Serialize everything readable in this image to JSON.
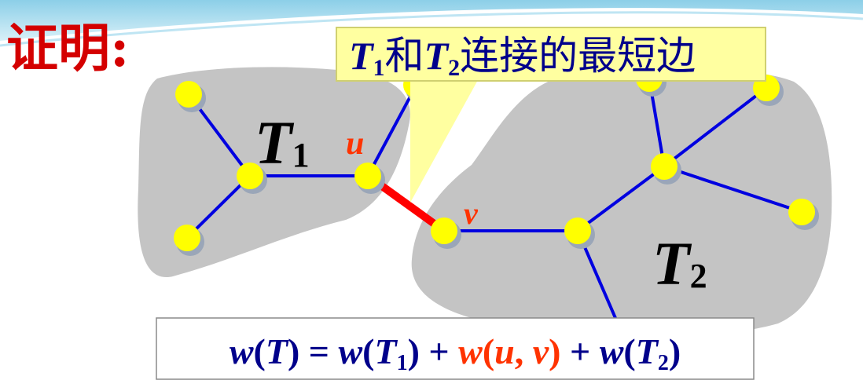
{
  "title": "证明:",
  "callout": {
    "t1_var": "T",
    "t1_sub": "1",
    "conj": "和",
    "t2_var": "T",
    "t2_sub": "2",
    "rest": "连接的最短边"
  },
  "labels": {
    "t1_var": "T",
    "t1_sub": "1",
    "t2_var": "T",
    "t2_sub": "2",
    "u": "u",
    "v": "v"
  },
  "formula": {
    "w1": "w",
    "open1": "(",
    "T": "T",
    "close_eq": ") = ",
    "w2": "w",
    "open2": "(",
    "T1": "T",
    "sub1": "1",
    "close_plus1": ") + ",
    "red_w": "w",
    "red_open": "(",
    "red_u": "u",
    "red_comma": ", ",
    "red_v": "v",
    "red_close": ")",
    "plus2": " + ",
    "w3": "w",
    "open3": "(",
    "T2": "T",
    "sub2": "2",
    "close3": ")"
  },
  "colors": {
    "title": "#d40000",
    "edge": "#0000e0",
    "uv_edge": "#ff0000",
    "node": "#ffff00",
    "node_shadow": "#9aa6b8",
    "blob": "#c4c4c4",
    "callout_bg": "#ffffa0",
    "callout_border": "#d0d070",
    "formula_red": "#ff3300",
    "uv_label": "#ff3300",
    "header_band": "#a8d8ec"
  }
}
